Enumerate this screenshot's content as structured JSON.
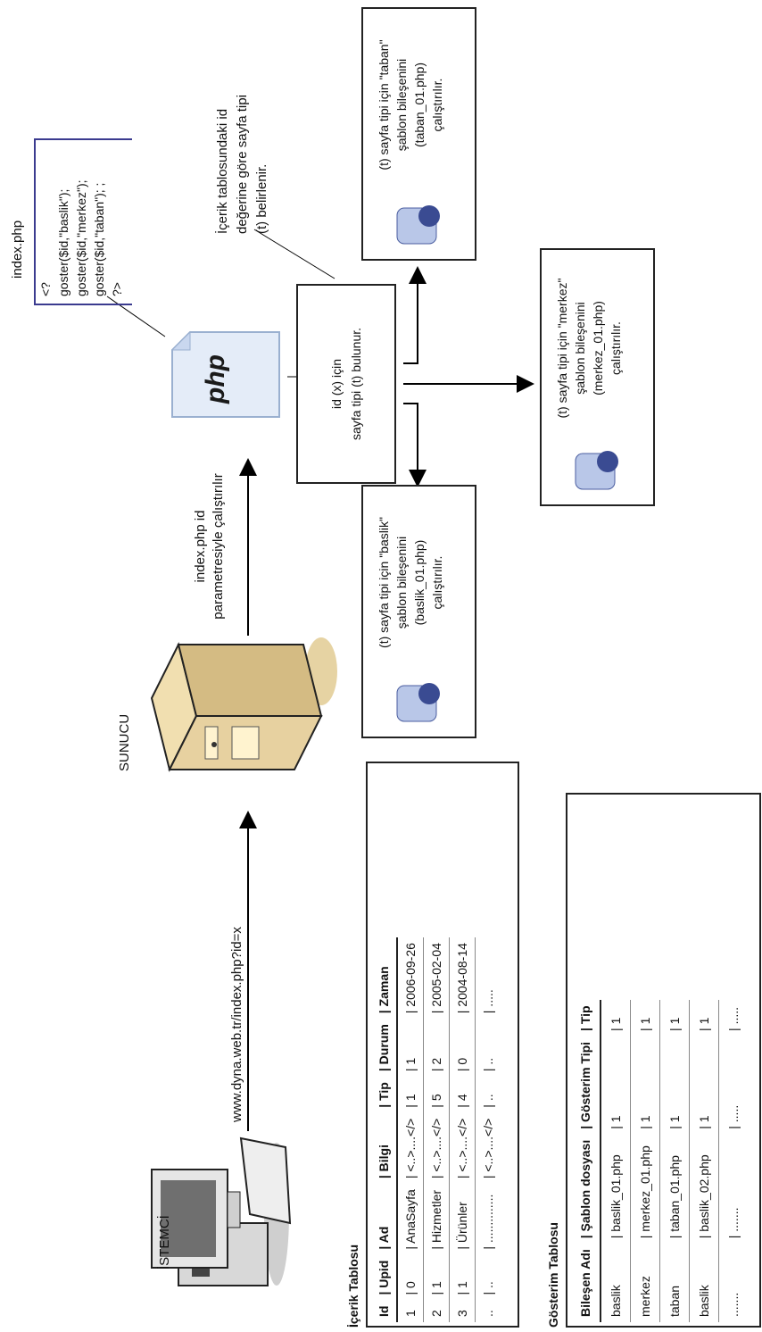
{
  "labels": {
    "istemci": "İSTEMCİ",
    "sunucu": "SUNUCU",
    "url": "www.dyna.web.tr/index.php?id=x",
    "run_line1": "index.php id",
    "run_line2": "parametresiyle  çalıştırılır",
    "file_name": "index.php",
    "php_logo": "php",
    "note_line1": "İçerik tablosundaki id",
    "note_line2": "değerine göre sayfa tipi",
    "note_line3": "(t) belirlenir."
  },
  "code": {
    "open": "<?",
    "lines": [
      "goster($id,\"baslik\");",
      "goster($id,\"merkez\");",
      "goster($id,\"taban\"); ;"
    ],
    "close": "?>"
  },
  "decision": {
    "line1": "id (x) için",
    "line2": "sayfa tipi (t) bulunur."
  },
  "components": {
    "taban": {
      "l1": "(t) sayfa tipi için \"taban\"",
      "l2": "şablon bileşenini",
      "l3": "(taban_01.php)",
      "l4": "çalıştırılır."
    },
    "baslik": {
      "l1": "(t) sayfa tipi için  \"baslik\"",
      "l2": "şablon bileşenini",
      "l3": "(baslik_01.php)",
      "l4": "çalıştırılır."
    },
    "merkez": {
      "l1": "(t) sayfa tipi için \"merkez\"",
      "l2": "şablon bileşenini",
      "l3": "(merkez_01.php)",
      "l4": "çalıştırılır."
    }
  },
  "icerik_tablosu": {
    "title": "İçerik Tablosu",
    "headers": [
      "Id",
      "| Upid",
      "| Ad",
      "| Bilgi",
      "| Tip",
      "| Durum",
      "| Zaman"
    ],
    "rows": [
      [
        "1",
        "|  0",
        "| AnaSayfa",
        "| <..>....</>",
        "|  1",
        "|  1",
        "| 2006-09-26"
      ],
      [
        "2",
        "|  1",
        "| Hizmetler",
        "| <..>....</>",
        "|  5",
        "|  2",
        "| 2005-02-04"
      ],
      [
        "3",
        "|  1",
        "| Ürünler",
        "| <..>....</>",
        "|  4",
        "|  0",
        "| 2004-08-14"
      ],
      [
        "..",
        "| ..",
        "| ..............",
        "| <..>....</>",
        "|  ..",
        "|  ..",
        "| ....."
      ]
    ]
  },
  "gosterim_tablosu": {
    "title": "Gösterim Tablosu",
    "headers": [
      "Bileşen Adı",
      "|  Şablon dosyası",
      "| Gösterim Tipi",
      "| Tip"
    ],
    "rows": [
      [
        "baslik",
        "| baslik_01.php",
        "|  1",
        "|  1"
      ],
      [
        "merkez",
        "| merkez_01.php",
        "|  1",
        "|  1"
      ],
      [
        "taban",
        "| taban_01.php",
        "|  1",
        "|  1"
      ],
      [
        "baslik",
        "| baslik_02.php",
        "|  1",
        "|  1"
      ],
      [
        ".......",
        "| .......",
        "| .....",
        "| ....."
      ]
    ]
  }
}
